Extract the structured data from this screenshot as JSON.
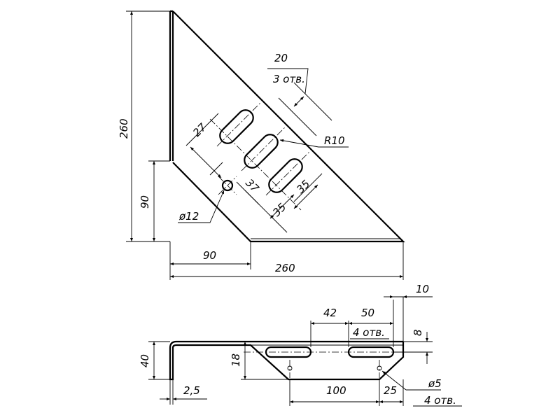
{
  "top_view": {
    "height_total": "260",
    "height_lower": "90",
    "width_lower": "90",
    "width_total": "260",
    "slot_width": "20",
    "slot_count": "3 отв.",
    "slot_radius": "R10",
    "slot_offset_first": "27",
    "slot_offset_second": "37",
    "slot_pitch_a": "35",
    "slot_pitch_b": "35",
    "hole_diameter": "ø12"
  },
  "side_view": {
    "thickness_right": "10",
    "slot_length": "42",
    "slot_spacing": "50",
    "slot_count": "4 отв.",
    "slot_offset": "8",
    "height": "40",
    "slot_center_height": "18",
    "thickness": "2,5",
    "hole_spacing": "100",
    "hole_edge": "25",
    "hole_diameter": "ø5",
    "hole_count": "4 отв."
  }
}
